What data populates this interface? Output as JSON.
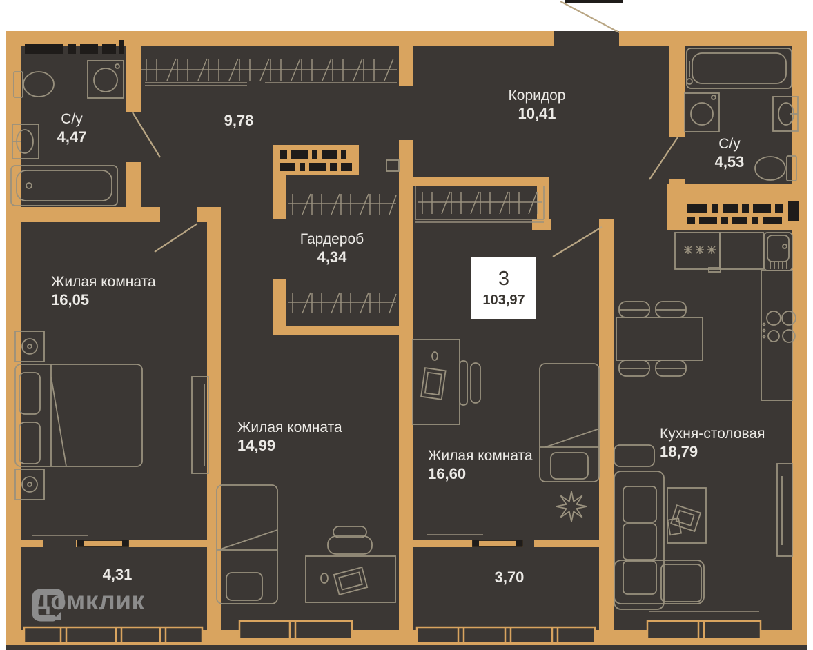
{
  "plan": {
    "badge": {
      "rooms": "3",
      "total_area": "103,97"
    },
    "rooms": [
      {
        "id": "bathroom-left",
        "name": "С/у",
        "area": "4,47"
      },
      {
        "id": "hallway",
        "name": "",
        "area": "9,78"
      },
      {
        "id": "corridor",
        "name": "Коридор",
        "area": "10,41"
      },
      {
        "id": "bathroom-right",
        "name": "С/у",
        "area": "4,53"
      },
      {
        "id": "wardrobe",
        "name": "Гардероб",
        "area": "4,34"
      },
      {
        "id": "living-left",
        "name": "Жилая комната",
        "area": "16,05"
      },
      {
        "id": "living-middle",
        "name": "Жилая комната",
        "area": "14,99"
      },
      {
        "id": "living-right",
        "name": "Жилая комната",
        "area": "16,60"
      },
      {
        "id": "kitchen",
        "name": "Кухня-столовая",
        "area": "18,79"
      },
      {
        "id": "loggia-left",
        "name": "",
        "area": "4,31"
      },
      {
        "id": "loggia-middle",
        "name": "",
        "area": "3,70"
      }
    ],
    "watermark": "Домклик",
    "colors": {
      "outside": "#FFFFFF",
      "wall": "#D9A45F",
      "floor": "#3B3734",
      "line": "#99917E",
      "swing": "#B9A684",
      "slot": "#1F1C1A",
      "text": "#ECEAE6",
      "badge_bg": "#FFFFFF",
      "badge_text": "#38342F",
      "watermark": "#8C8C8C"
    }
  }
}
